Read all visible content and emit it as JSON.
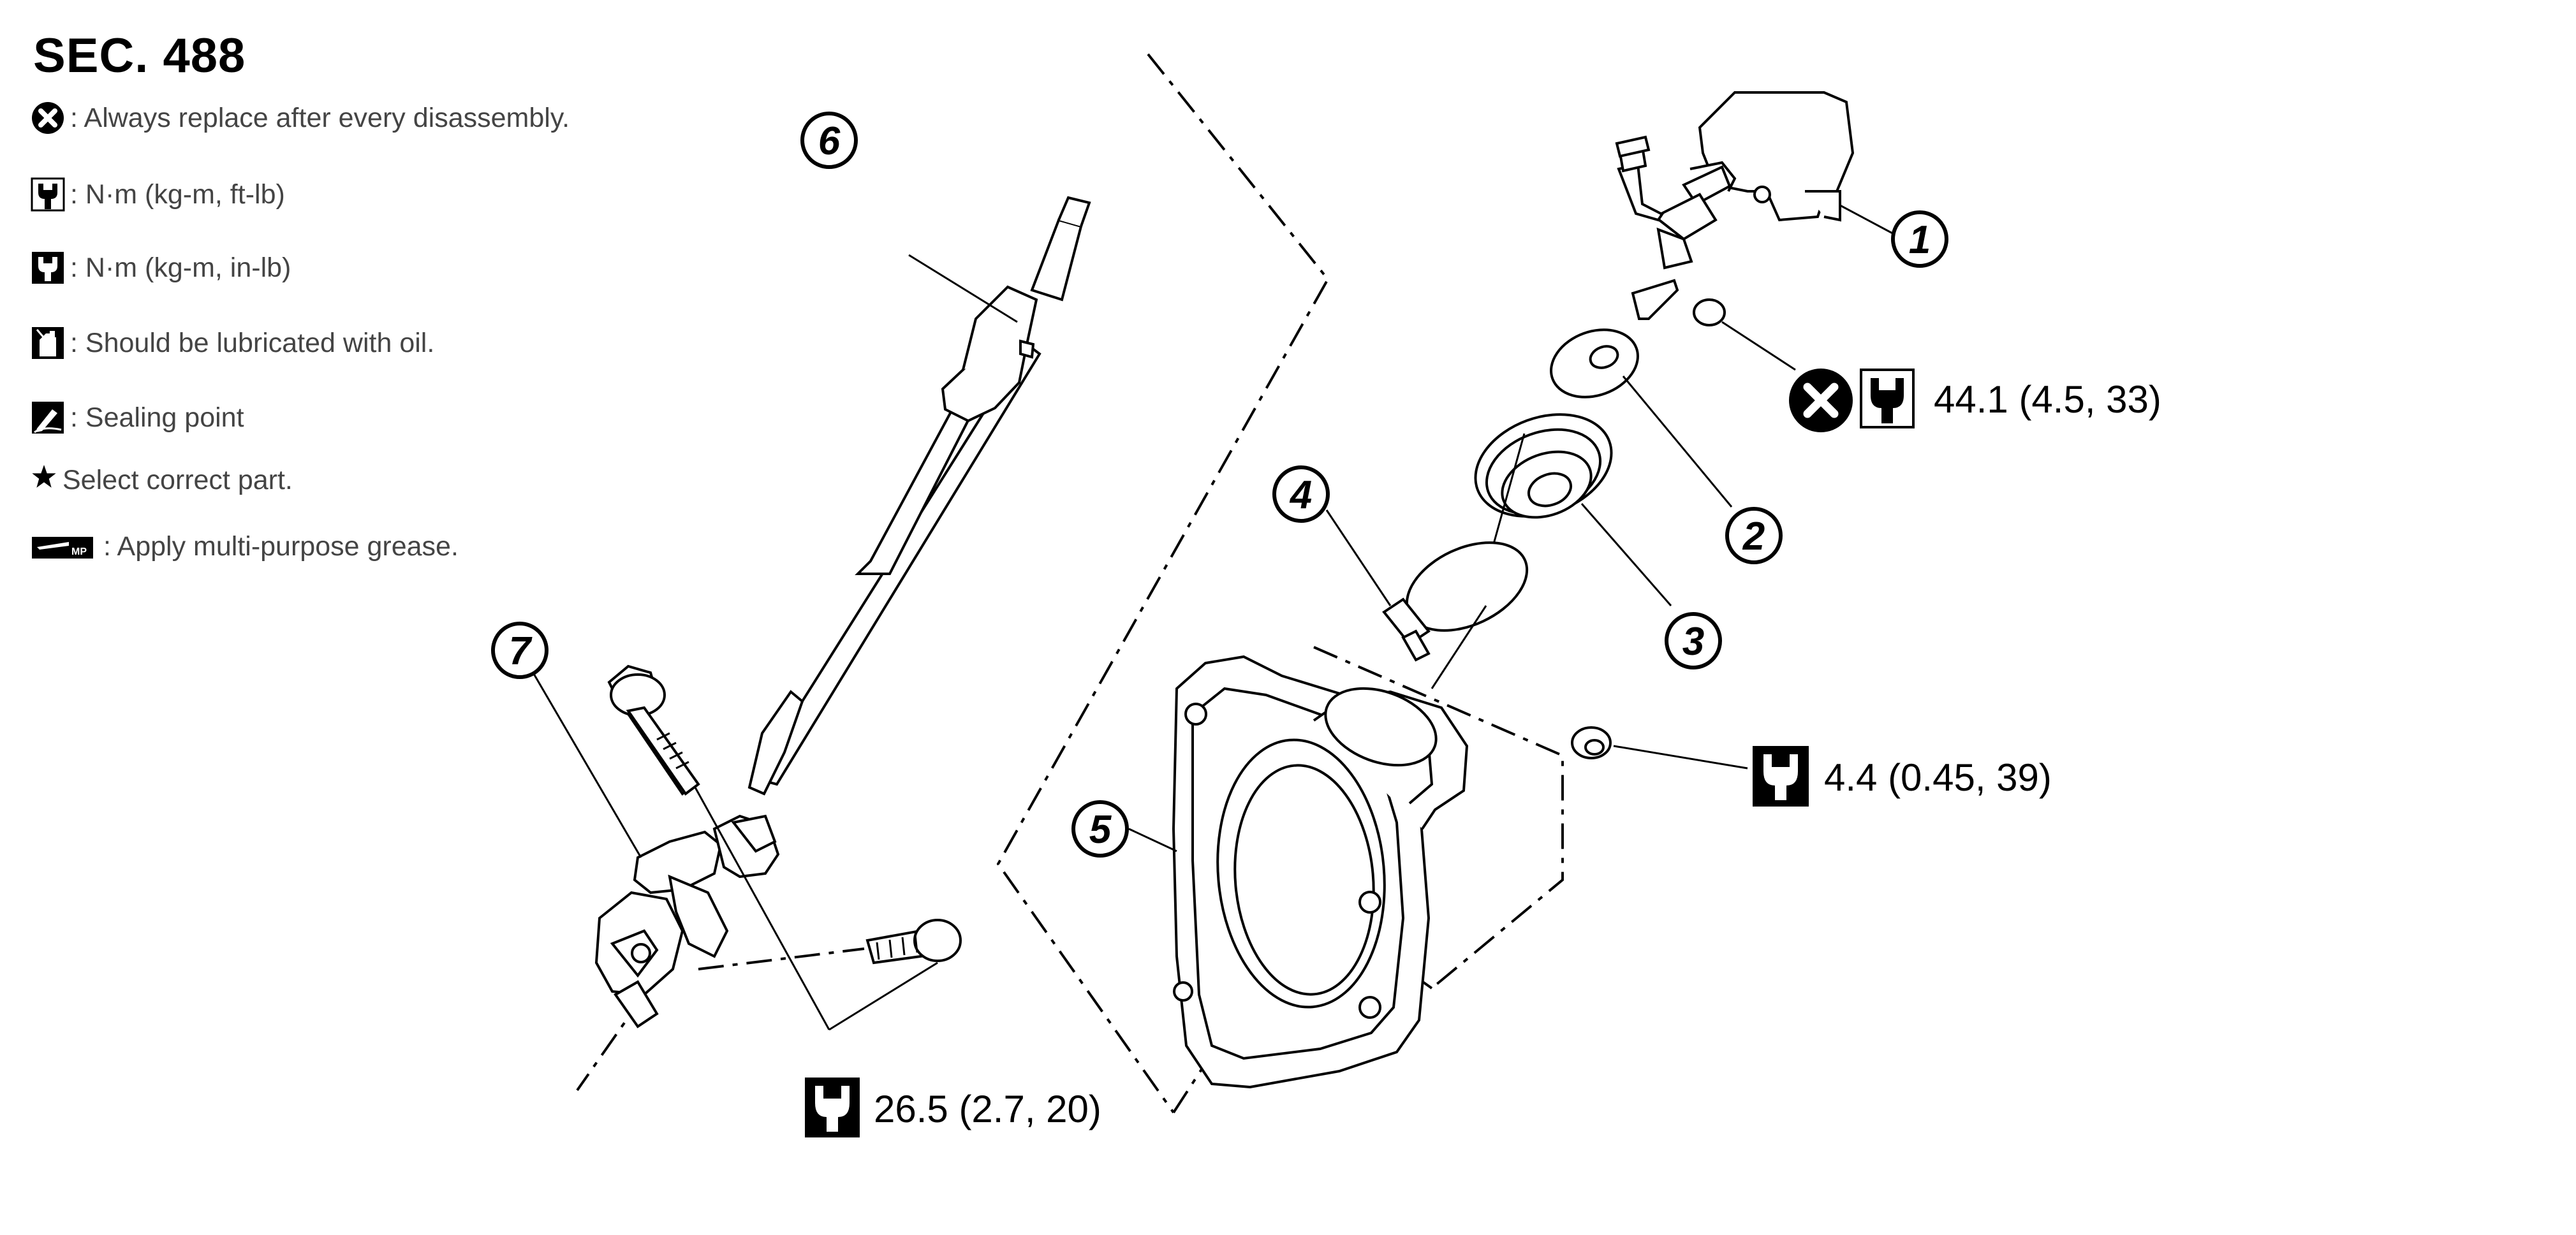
{
  "section": "SEC. 488",
  "legend": [
    {
      "icon": "always-replace-icon",
      "text": ": Always replace after every disassembly."
    },
    {
      "icon": "torque-wrench-ftlb-icon",
      "text": ": N·m (kg-m, ft-lb)"
    },
    {
      "icon": "torque-wrench-inlb-icon",
      "text": ": N·m (kg-m, in-lb)"
    },
    {
      "icon": "oil-can-icon",
      "text": ": Should be lubricated with oil."
    },
    {
      "icon": "sealing-point-icon",
      "text": ": Sealing point"
    },
    {
      "icon": "star-icon",
      "text": "Select correct part."
    },
    {
      "icon": "grease-icon",
      "text": ": Apply multi-purpose grease."
    }
  ],
  "parts": [
    "1",
    "2",
    "3",
    "4",
    "5",
    "6",
    "7"
  ],
  "torque_specs": {
    "nut_1": "44.1 (4.5, 33)",
    "nut_5": "4.4 (0.45, 39)",
    "bolts_7": "26.5 (2.7, 20)"
  },
  "colors": {
    "line": "#000000",
    "legend_text": "#444444",
    "background": "#ffffff"
  }
}
